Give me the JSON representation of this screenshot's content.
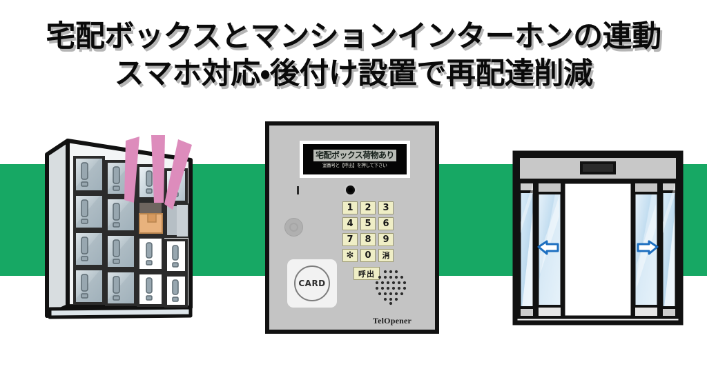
{
  "headline": {
    "line1": "宅配ボックスとマンションインターホンの連動",
    "line2": "スマホ対応・後付け設置で再配達削減"
  },
  "theme": {
    "background": "#ffffff",
    "band_green": "#17a864",
    "headline_color": "#0a0a0a",
    "headline_shadow": "#787878",
    "sparkle_pink": "#dd8cbc",
    "parcel_tan": "#e8b27d",
    "panel_gray": "#c4c4c4",
    "key_cream": "#efeec6",
    "lcd_black": "#050505",
    "lcd_text_block": "#b9bcb6",
    "glass_blue": "#cfe4f3",
    "arrow_blue": "#1d6fc0"
  },
  "locker": {
    "label": "delivery-locker",
    "columns": 4,
    "rows": 4,
    "open_cell": {
      "row": 2,
      "column": 3
    },
    "parcel_present": true,
    "sparkle_rays": 3
  },
  "intercom": {
    "brand": "TelOpener",
    "lcd": {
      "line1": "宅配ボックス荷物あり",
      "line2": "室番号と【呼出】を押して下さい"
    },
    "camera_label": "camera-lens",
    "led_label": "status-led",
    "mic_label": "microphone",
    "keypad": [
      "1",
      "2",
      "3",
      "4",
      "5",
      "6",
      "7",
      "8",
      "9",
      "✻",
      "0",
      "消"
    ],
    "call_button": "呼出",
    "card_reader": {
      "label": "CARD"
    },
    "speaker_label": "speaker-grille"
  },
  "autodoor": {
    "label": "automatic-sliding-door",
    "sensor_label": "motion-sensor",
    "left_arrow": "◀",
    "right_arrow": "▶",
    "state": "open"
  }
}
